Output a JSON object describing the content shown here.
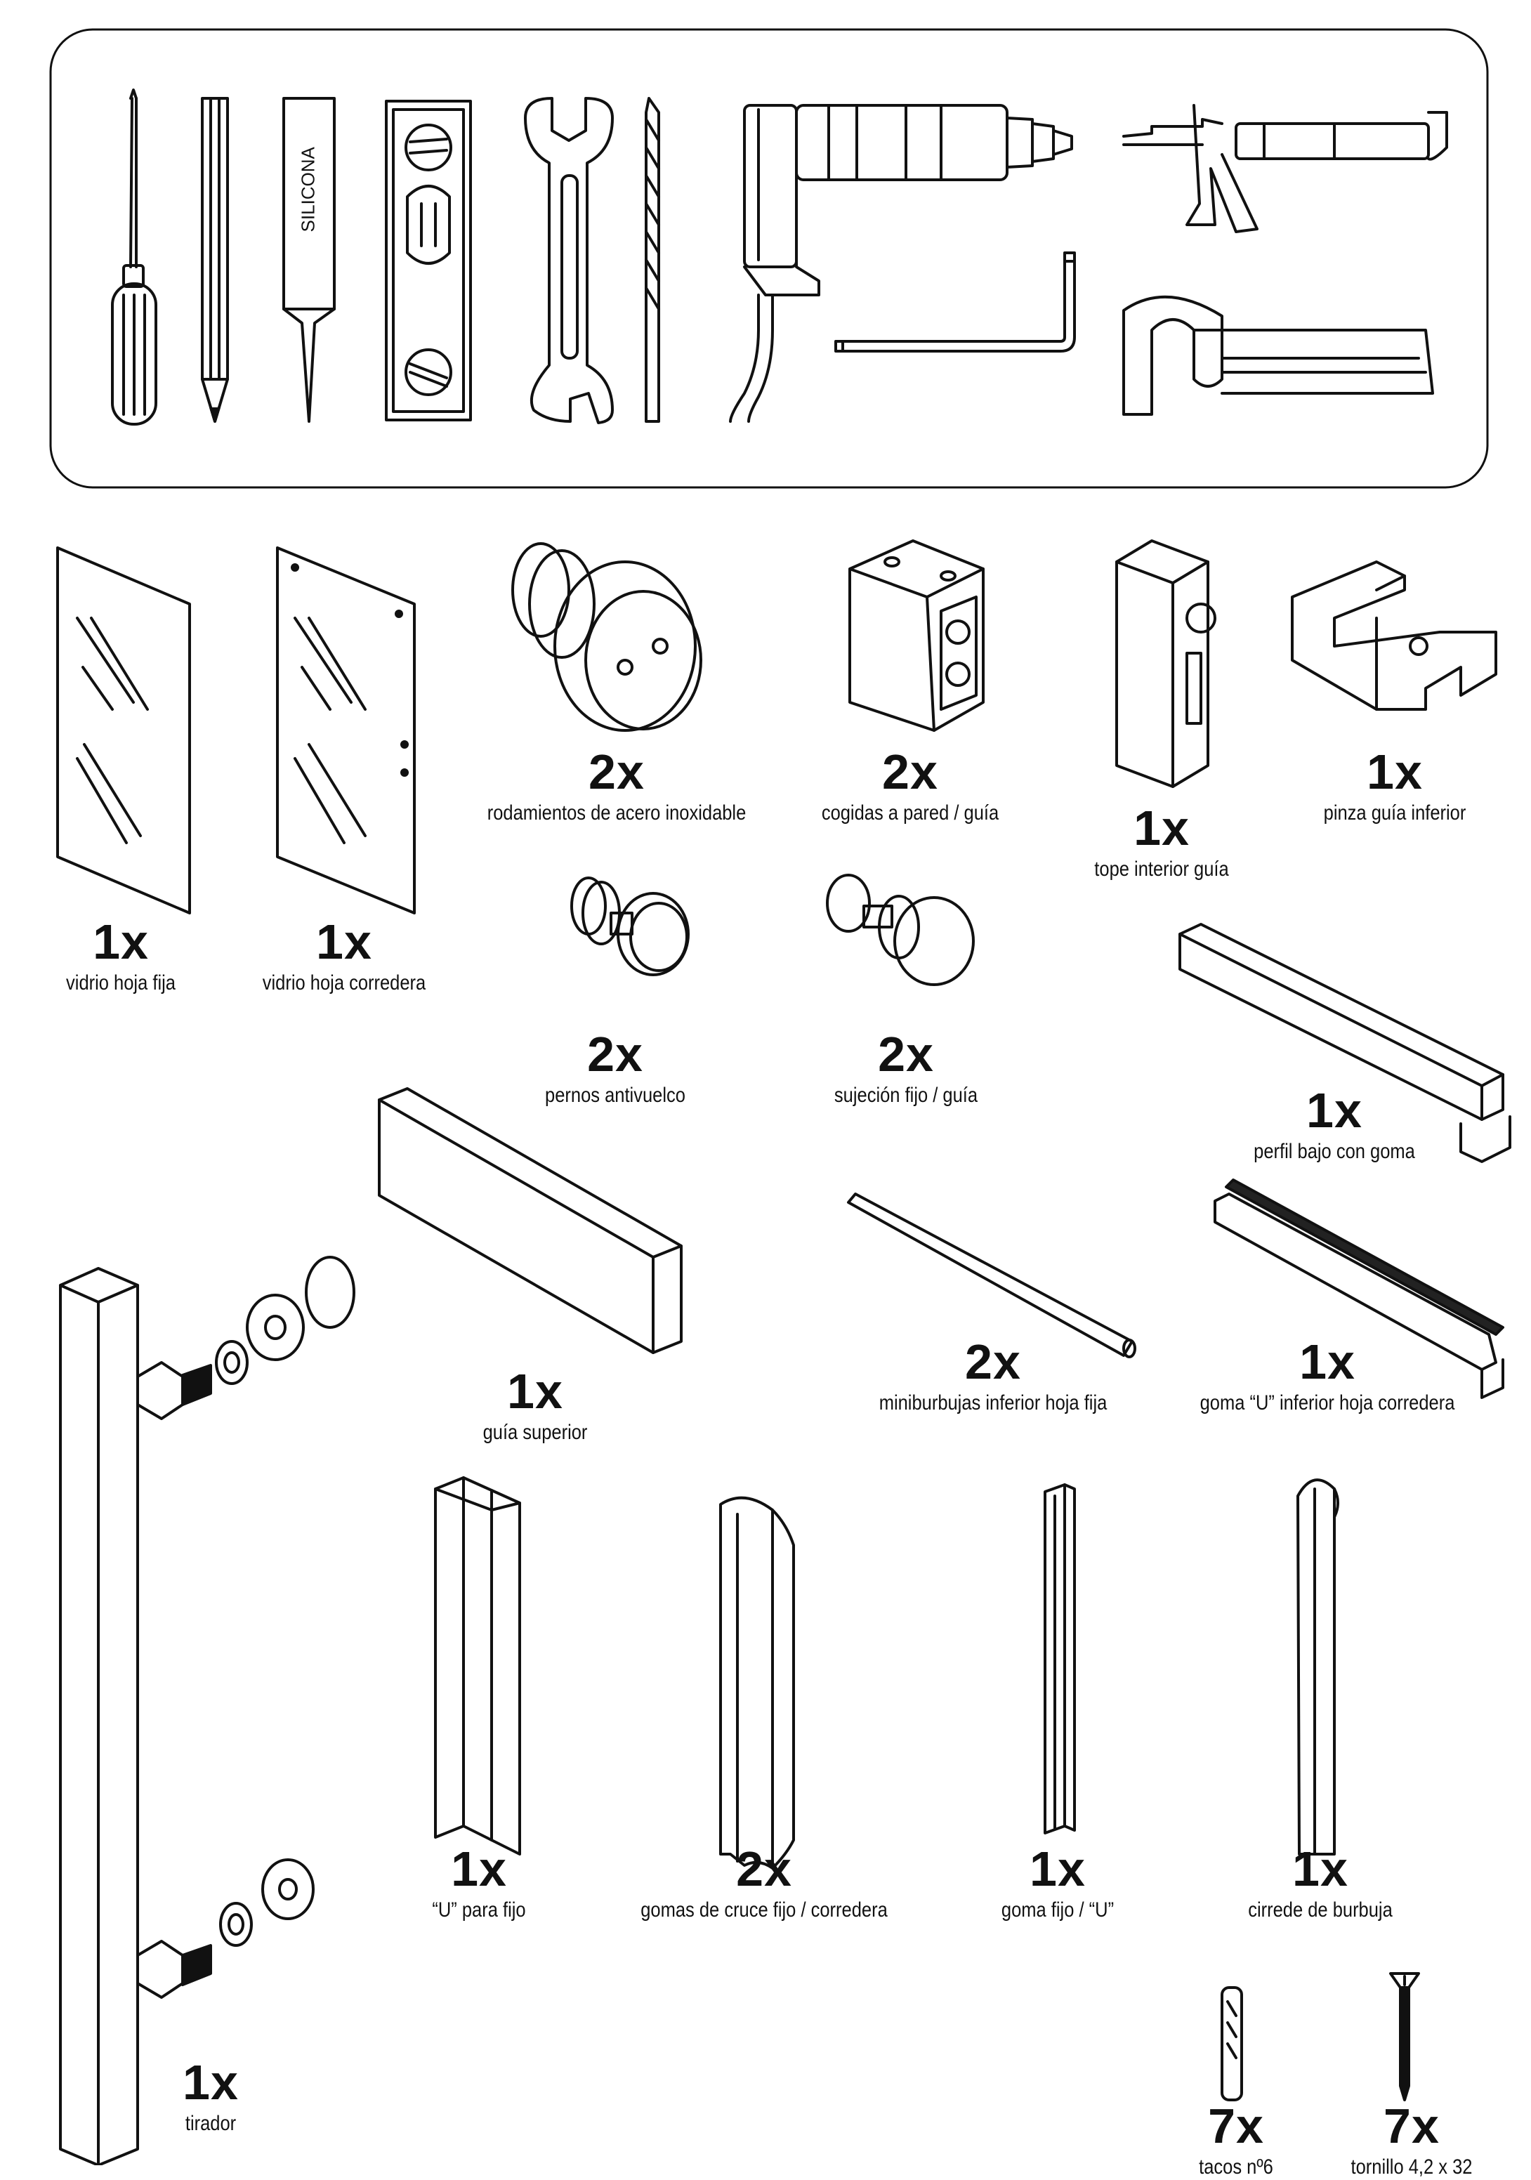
{
  "tools": {
    "silicone_tube_label": "SILICONA",
    "icons": [
      "screwdriver-icon",
      "pencil-icon",
      "silicone-tube-icon",
      "spirit-level-icon",
      "wrench-icon",
      "drill-bit-icon",
      "power-drill-icon",
      "caulking-gun-icon",
      "allen-key-icon",
      "hacksaw-icon"
    ]
  },
  "parts": [
    {
      "qty": "1x",
      "label": "vidrio hoja fija"
    },
    {
      "qty": "1x",
      "label": "vidrio hoja corredera"
    },
    {
      "qty": "2x",
      "label": "rodamientos de acero inoxidable"
    },
    {
      "qty": "2x",
      "label": "cogidas a pared / guía"
    },
    {
      "qty": "1x",
      "label": "tope interior guía"
    },
    {
      "qty": "1x",
      "label": "pinza guía inferior"
    },
    {
      "qty": "2x",
      "label": "pernos antivuelco"
    },
    {
      "qty": "2x",
      "label": "sujeción fijo / guía"
    },
    {
      "qty": "1x",
      "label": "perfil bajo con goma"
    },
    {
      "qty": "1x",
      "label": "guía superior"
    },
    {
      "qty": "2x",
      "label": "miniburbujas inferior hoja fija"
    },
    {
      "qty": "1x",
      "label": "goma “U” inferior hoja corredera"
    },
    {
      "qty": "1x",
      "label": "“U” para fijo"
    },
    {
      "qty": "2x",
      "label": "gomas de cruce fijo / corredera"
    },
    {
      "qty": "1x",
      "label": "goma fijo / “U”"
    },
    {
      "qty": "1x",
      "label": "cirrede de burbuja"
    },
    {
      "qty": "1x",
      "label": "tirador"
    },
    {
      "qty": "7x",
      "label": "tacos nº6"
    },
    {
      "qty": "7x",
      "label": "tornillo 4,2 x 32"
    }
  ]
}
